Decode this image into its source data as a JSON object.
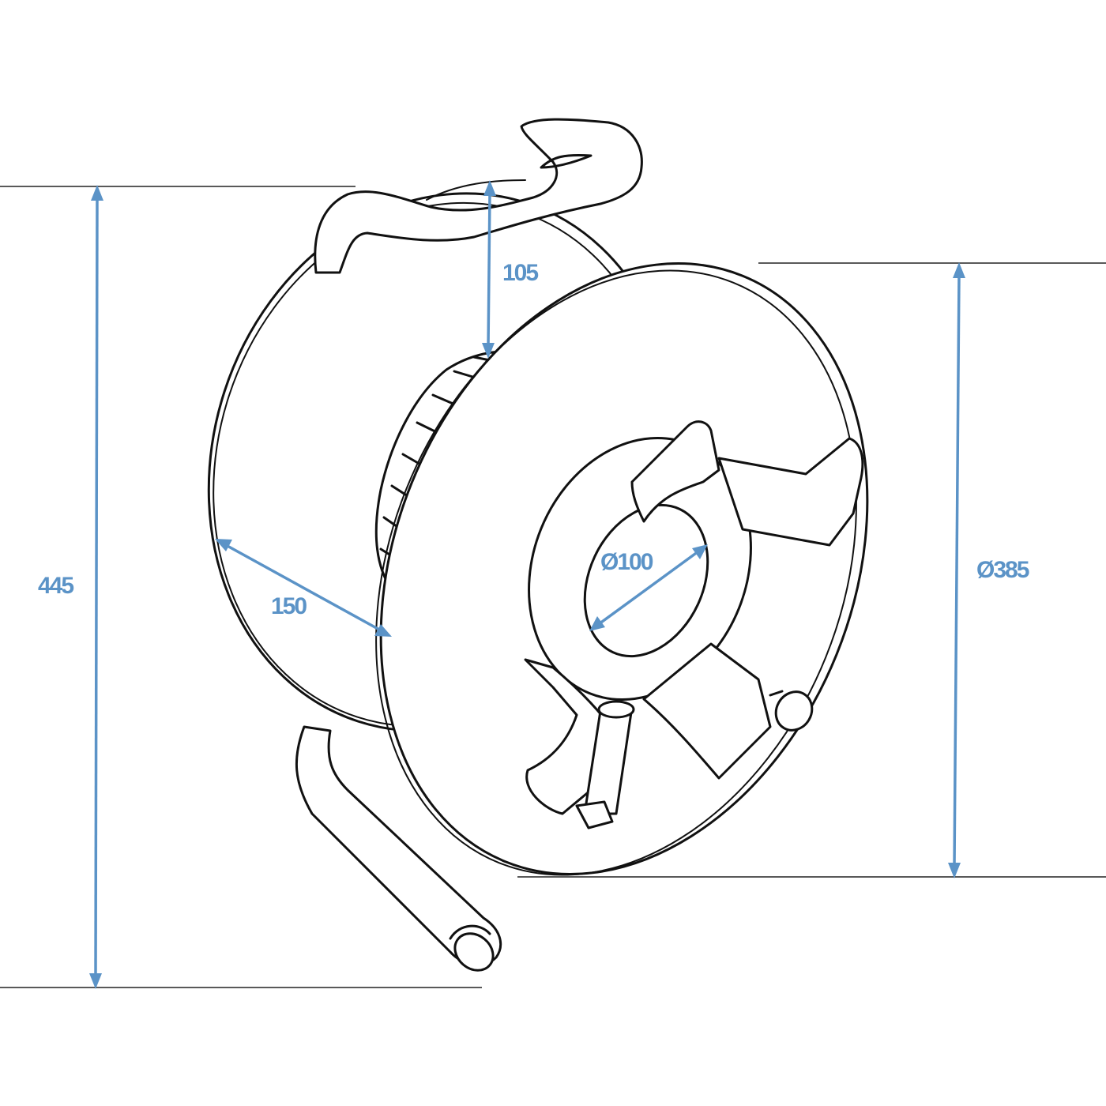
{
  "diagram": {
    "subject": "Cable reel with carry handle and stand",
    "line_color": "#111111",
    "dimension_color": "#5b93c7",
    "background": "#ffffff"
  },
  "dimensions": {
    "overall_height": {
      "label": "445"
    },
    "handle_to_drum": {
      "label": "105"
    },
    "drum_width": {
      "label": "150"
    },
    "hub_diameter": {
      "symbol": "Ø",
      "value": "100"
    },
    "flange_diameter": {
      "symbol": "Ø",
      "value": "385"
    }
  }
}
